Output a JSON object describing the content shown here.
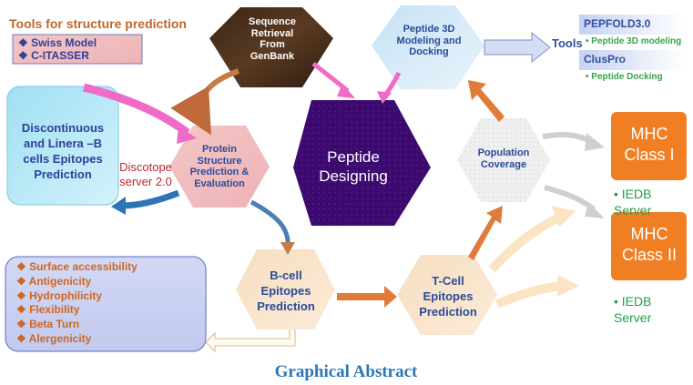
{
  "tools_prediction": {
    "title": "Tools for structure prediction",
    "items": [
      "Swiss Model",
      "C-ITASSER"
    ]
  },
  "sequence_node": {
    "label": "Sequence Retrieval From GenBank"
  },
  "peptide3d_node": {
    "label": "Peptide 3D Modeling and Docking"
  },
  "tools_right": {
    "label": "Tools",
    "items": [
      {
        "name": "PEPFOLD3.0",
        "desc": "Peptide 3D modeling"
      },
      {
        "name": "ClusPro",
        "desc": "Peptide Docking"
      }
    ]
  },
  "discontinuous_box": {
    "label": "Discontinuous and Linera –B cells Epitopes Prediction"
  },
  "discotope": {
    "label": "Discotope server 2.0"
  },
  "protein_node": {
    "label": "Protein Structure Prediction & Evaluation"
  },
  "center_node": {
    "label": "Peptide Designing"
  },
  "population_node": {
    "label": "Population Coverage"
  },
  "mhc1": {
    "label": "MHC Class I",
    "server": "IEDB Server"
  },
  "mhc2": {
    "label": "MHC Class II",
    "server": "IEDB Server"
  },
  "properties": {
    "items": [
      "Surface accessibility",
      "Antigenicity",
      "Hydrophilicity",
      "Flexibility",
      "Beta Turn",
      "Alergenicity"
    ]
  },
  "bcell_node": {
    "label": "B-cell Epitopes Prediction"
  },
  "tcell_node": {
    "label": "T-Cell Epitopes Prediction"
  },
  "footer": {
    "title": "Graphical Abstract"
  },
  "colors": {
    "orange": "#ed7d31",
    "purple": "#3c0a6e",
    "pink": "#f06bc8",
    "blue_arrow": "#2e75b6",
    "mhc_box": "#f07f24",
    "green": "#1fa046"
  }
}
